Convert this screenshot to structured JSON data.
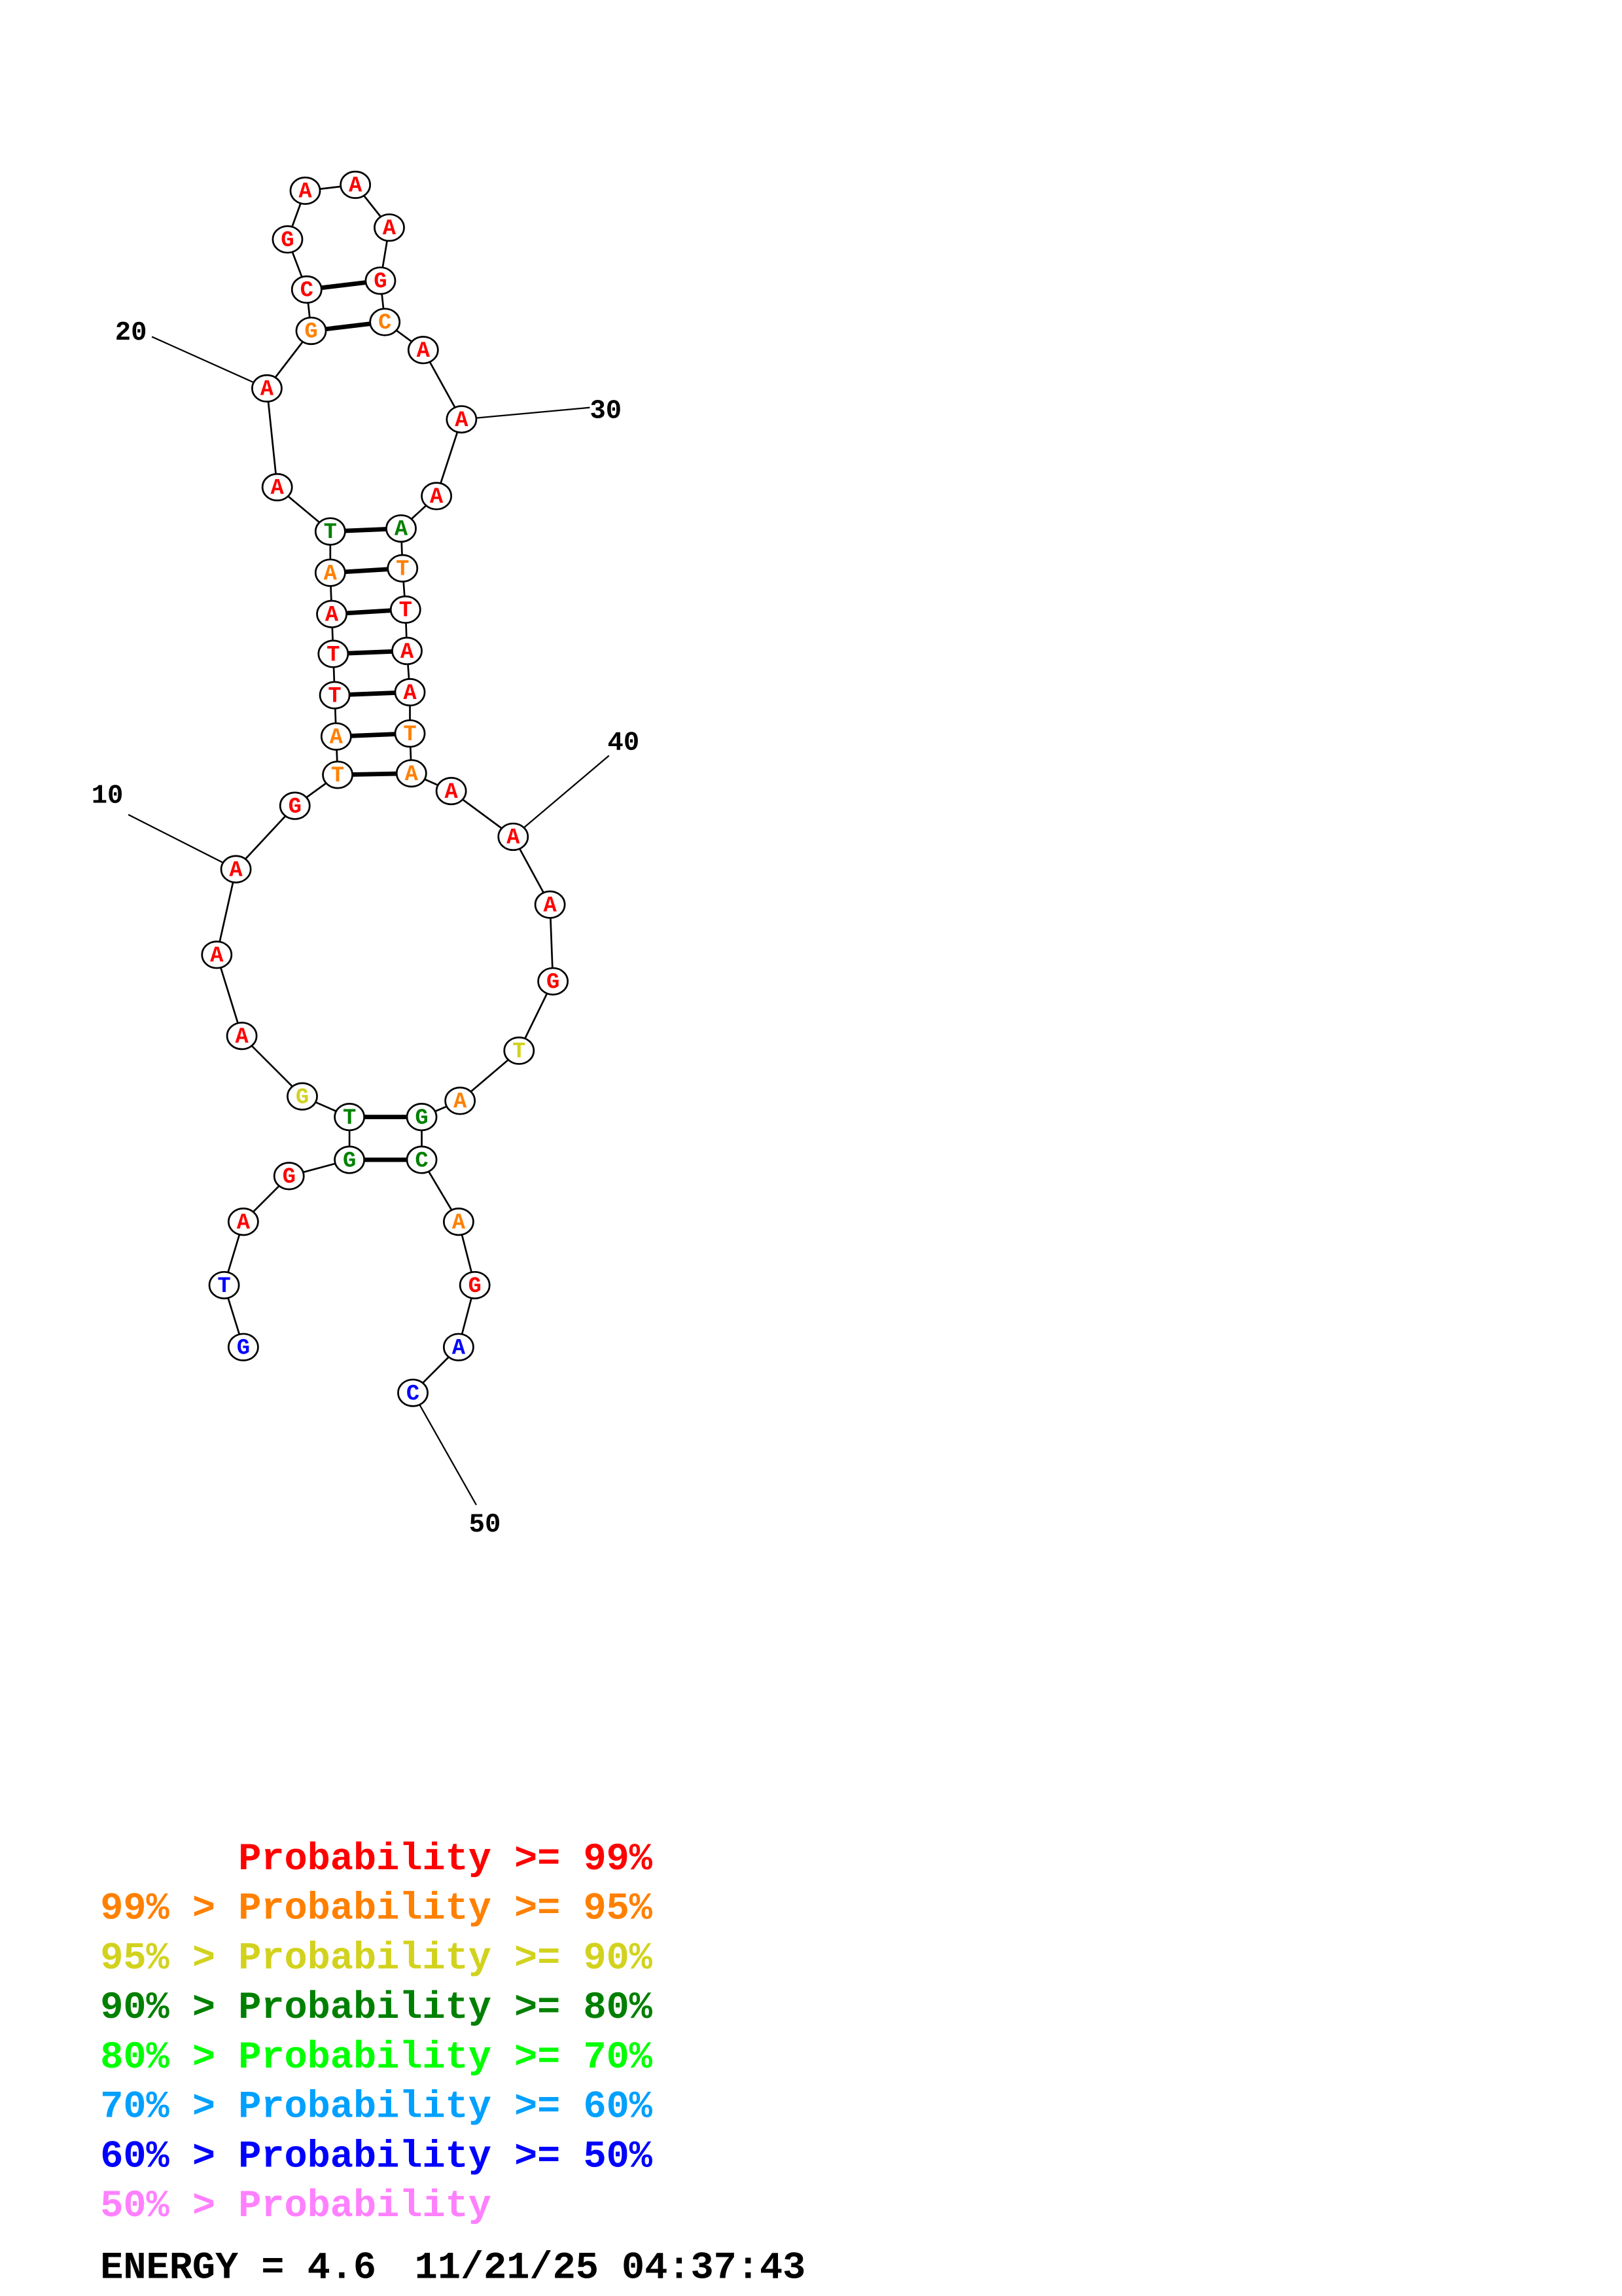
{
  "colors": {
    "r": "#ff0000",
    "o": "#ff8000",
    "y": "#d2d21e",
    "g": "#008000",
    "lg": "#00ff00",
    "c": "#00a0ff",
    "b": "#0000ff",
    "p": "#ff80ff"
  },
  "structure": {
    "sequence": [
      "G",
      "T",
      "A",
      "G",
      "G",
      "T",
      "G",
      "A",
      "A",
      "A",
      "G",
      "T",
      "A",
      "T",
      "T",
      "A",
      "A",
      "T",
      "A",
      "A",
      "G",
      "C",
      "G",
      "A",
      "A",
      "A",
      "G",
      "C",
      "A",
      "A",
      "A",
      "A",
      "T",
      "T",
      "A",
      "A",
      "T",
      "A",
      "A",
      "A",
      "A",
      "G",
      "T",
      "A",
      "G",
      "C",
      "A",
      "G",
      "A",
      "C"
    ],
    "prob_class": [
      "b",
      "b",
      "r",
      "r",
      "g",
      "g",
      "y",
      "r",
      "r",
      "r",
      "r",
      "o",
      "o",
      "r",
      "r",
      "r",
      "o",
      "g",
      "r",
      "r",
      "o",
      "r",
      "r",
      "r",
      "r",
      "r",
      "r",
      "o",
      "r",
      "r",
      "r",
      "g",
      "o",
      "r",
      "r",
      "r",
      "o",
      "o",
      "r",
      "r",
      "r",
      "r",
      "y",
      "o",
      "g",
      "g",
      "o",
      "r",
      "b",
      "b"
    ],
    "pairs": [
      [
        5,
        46
      ],
      [
        6,
        45
      ],
      [
        12,
        38
      ],
      [
        13,
        37
      ],
      [
        14,
        36
      ],
      [
        15,
        35
      ],
      [
        16,
        34
      ],
      [
        17,
        33
      ],
      [
        18,
        32
      ],
      [
        21,
        28
      ],
      [
        22,
        27
      ]
    ],
    "position_labels": [
      "10",
      "20",
      "30",
      "40",
      "50"
    ]
  },
  "legend": [
    {
      "prefix": "    ",
      "text": "Probability >= 99%",
      "cls": "r"
    },
    {
      "prefix": "99% > ",
      "text": "Probability >= 95%",
      "cls": "o"
    },
    {
      "prefix": "95% > ",
      "text": "Probability >= 90%",
      "cls": "y"
    },
    {
      "prefix": "90% > ",
      "text": "Probability >= 80%",
      "cls": "g"
    },
    {
      "prefix": "80% > ",
      "text": "Probability >= 70%",
      "cls": "lg"
    },
    {
      "prefix": "70% > ",
      "text": "Probability >= 60%",
      "cls": "c"
    },
    {
      "prefix": "60% > ",
      "text": "Probability >= 50%",
      "cls": "b"
    },
    {
      "prefix": "50% > ",
      "text": "Probability",
      "cls": "p"
    }
  ],
  "footer": {
    "energy": "ENERGY = 4.6",
    "timestamp": "11/21/25 04:37:43"
  }
}
